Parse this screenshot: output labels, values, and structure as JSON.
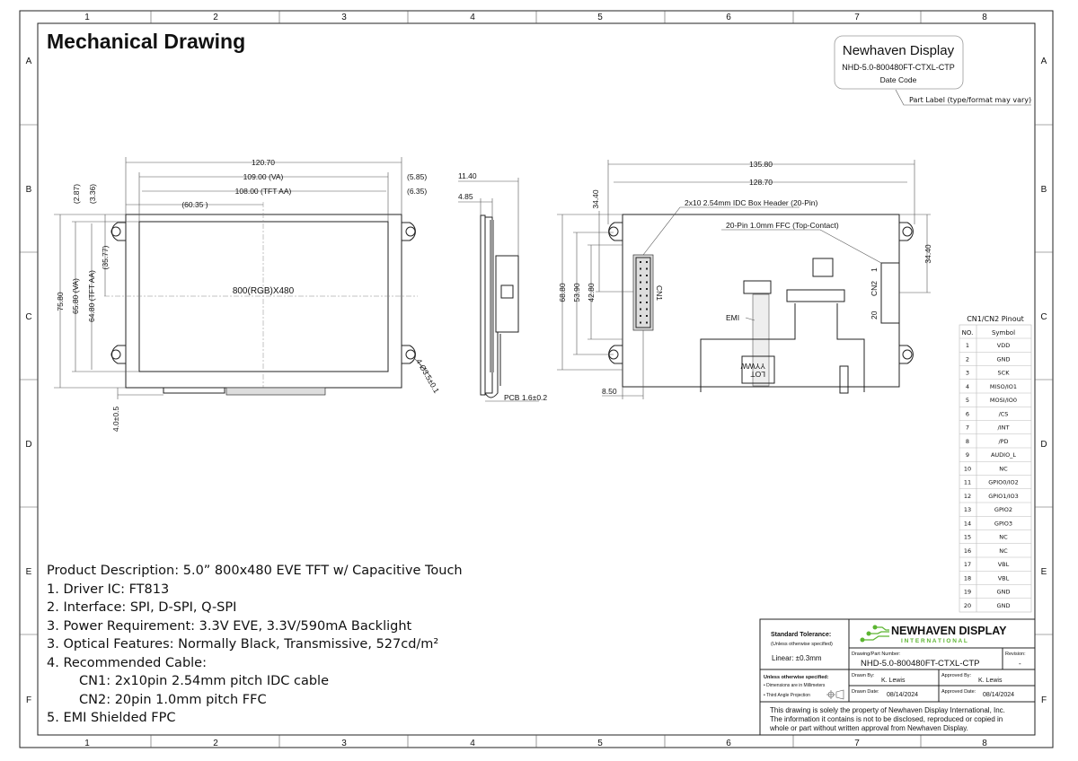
{
  "title": "Mechanical Drawing",
  "grid": {
    "columns": [
      "1",
      "2",
      "3",
      "4",
      "5",
      "6",
      "7",
      "8"
    ],
    "rows": [
      "A",
      "B",
      "C",
      "D",
      "E",
      "F"
    ]
  },
  "part_label": {
    "brand": "Newhaven Display",
    "part_number": "NHD-5.0-800480FT-CTXL-CTP",
    "date_code": "Date Code",
    "note": "Part Label (type/format may vary)"
  },
  "front_view": {
    "width": "120.70",
    "va_width": "109.00 (VA)",
    "aa_width": "108.00 (TFT AA)",
    "center_x": "(60.35 )",
    "va_offset": "(5.85)",
    "aa_offset": "(6.35)",
    "height": "75.80",
    "va_height": "65.80 (VA)",
    "aa_height": "64.80 (TFT AA)",
    "center_y": "(35.77)",
    "va_top": "(2.87)",
    "aa_top": "(3.36)",
    "resolution": "800(RGB)X480",
    "hole": "4-Ø3.5±0.1",
    "connector_depth": "4.0±0.5"
  },
  "side_view": {
    "depth": "11.40",
    "panel_depth": "4.85",
    "pcb": "PCB 1.6±0.2"
  },
  "rear_view": {
    "width": "135.80",
    "hole_pitch": "128.70",
    "cn1_offset_y": "34.40",
    "cn2_offset_y": "34.40",
    "height": "68.80",
    "hole_pitch_y": "53.90",
    "pcb_height": "42.80",
    "cn1_offset_x": "8.50",
    "cn1_label": "2x10 2.54mm IDC Box Header (20-Pin)",
    "cn2_label": "20-Pin 1.0mm FFC (Top-Contact)",
    "cn1": "CN1",
    "cn2": "CN2",
    "emi": "EMI",
    "lot": "LOT",
    "yyww": "YYWW",
    "pin1": "1",
    "pin20": "20"
  },
  "pinout": {
    "title": "CN1/CN2 Pinout",
    "headers": [
      "NO.",
      "Symbol"
    ],
    "rows": [
      [
        "1",
        "VDD"
      ],
      [
        "2",
        "GND"
      ],
      [
        "3",
        "SCK"
      ],
      [
        "4",
        "MISO/IO1"
      ],
      [
        "5",
        "MOSI/IO0"
      ],
      [
        "6",
        "/CS"
      ],
      [
        "7",
        "/INT"
      ],
      [
        "8",
        "/PD"
      ],
      [
        "9",
        "AUDIO_L"
      ],
      [
        "10",
        "NC"
      ],
      [
        "11",
        "GPIO0/IO2"
      ],
      [
        "12",
        "GPIO1/IO3"
      ],
      [
        "13",
        "GPIO2"
      ],
      [
        "14",
        "GPIO3"
      ],
      [
        "15",
        "NC"
      ],
      [
        "16",
        "NC"
      ],
      [
        "17",
        "VBL"
      ],
      [
        "18",
        "VBL"
      ],
      [
        "19",
        "GND"
      ],
      [
        "20",
        "GND"
      ]
    ]
  },
  "description": [
    "Product Description: 5.0” 800x480  EVE TFT w/ Capacitive Touch",
    "1. Driver IC: FT813",
    "2. Interface: SPI, D-SPI, Q-SPI",
    "3. Power Requirement: 3.3V EVE, 3.3V/590mA Backlight",
    "3. Optical Features: Normally Black, Transmissive, 527cd/m²",
    "4. Recommended Cable:",
    "CN1: 2x10pin 2.54mm pitch IDC cable",
    "CN2: 20pin 1.0mm pitch FFC",
    "5. EMI Shielded FPC"
  ],
  "title_block": {
    "tolerance_title": "Standard Tolerance:",
    "tolerance_sub": "(Unless otherwise specified)",
    "linear": "Linear:    ±0.3mm",
    "logo_main": "NEWHAVEN DISPLAY",
    "logo_sub": "I N T E R N A T I O N A L",
    "part_number_label": "Drawing/Part Number:",
    "part_number": "NHD-5.0-800480FT-CTXL-CTP",
    "revision_label": "Revision:",
    "revision": "-",
    "unless_title": "Unless otherwise specified:",
    "unless_1": "• Dimensions are in Millimeters",
    "unless_2": "• Third Angle Projection",
    "drawn_by_label": "Drawn By:",
    "drawn_by": "K. Lewis",
    "approved_by_label": "Approved By:",
    "approved_by": "K. Lewis",
    "drawn_date_label": "Drawn Date:",
    "drawn_date": "08/14/2024",
    "approved_date_label": "Approved Date:",
    "approved_date": "08/14/2024",
    "disclaimer_1": "This drawing is solely the property of Newhaven Display International, Inc.",
    "disclaimer_2": "The information it contains is not to be disclosed, reproduced or copied in",
    "disclaimer_3": "whole or part without written approval from Newhaven Display."
  },
  "colors": {
    "logo_green": "#5cb531",
    "logo_dark": "#222222"
  }
}
